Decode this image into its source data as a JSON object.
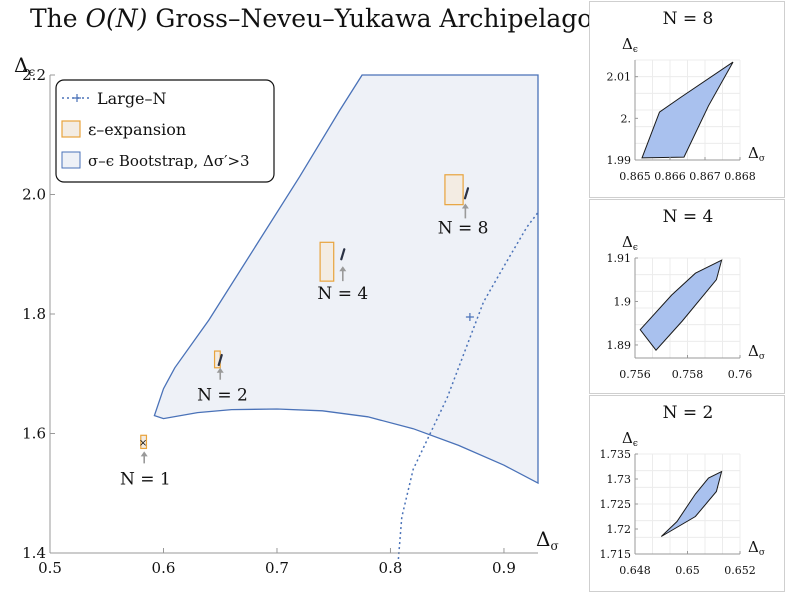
{
  "title": {
    "prefix": "The ",
    "italic": "O(N)",
    "suffix": " Gross–Neveu–Yukawa  Archipelago"
  },
  "chart_data": [
    {
      "type": "scatter",
      "xlabel": "Δσ",
      "ylabel": "Δϵ",
      "xlim": [
        0.5,
        0.93
      ],
      "ylim": [
        1.4,
        2.2
      ],
      "xticks": [
        0.5,
        0.6,
        0.7,
        0.8,
        0.9
      ],
      "xtick_labels": [
        "0.5",
        "0.6",
        "0.7",
        "0.8",
        "0.9"
      ],
      "yticks": [
        1.4,
        1.6,
        1.8,
        2.0,
        2.2
      ],
      "ytick_labels": [
        "1.4",
        "1.6",
        "1.8",
        "2.0",
        "2.2"
      ],
      "legend": {
        "placement": "top-left",
        "entries": [
          {
            "label": "Large–N",
            "style": "dotted-line",
            "color": "#4a72b8"
          },
          {
            "label": "ε–expansion",
            "style": "box",
            "color": "#e8a33c"
          },
          {
            "label": "σ–ϵ Bootstrap, Δσ′>3",
            "style": "region",
            "color": "#4a72b8"
          }
        ]
      },
      "bootstrap_region_boundary": [
        [
          0.775,
          2.2
        ],
        [
          0.755,
          2.14
        ],
        [
          0.72,
          2.03
        ],
        [
          0.68,
          1.91
        ],
        [
          0.64,
          1.79
        ],
        [
          0.61,
          1.71
        ],
        [
          0.6,
          1.675
        ],
        [
          0.592,
          1.63
        ],
        [
          0.6,
          1.625
        ],
        [
          0.63,
          1.635
        ],
        [
          0.66,
          1.64
        ],
        [
          0.7,
          1.641
        ],
        [
          0.74,
          1.638
        ],
        [
          0.78,
          1.628
        ],
        [
          0.82,
          1.608
        ],
        [
          0.86,
          1.58
        ],
        [
          0.9,
          1.547
        ],
        [
          0.93,
          1.517
        ]
      ],
      "large_n_curve": [
        [
          0.807,
          1.39
        ],
        [
          0.81,
          1.46
        ],
        [
          0.82,
          1.54
        ],
        [
          0.835,
          1.6
        ],
        [
          0.85,
          1.66
        ],
        [
          0.868,
          1.75
        ],
        [
          0.882,
          1.82
        ],
        [
          0.9,
          1.88
        ],
        [
          0.92,
          1.945
        ],
        [
          0.93,
          1.97
        ]
      ],
      "large_n_marker": [
        0.87,
        1.795
      ],
      "eps_boxes": [
        {
          "N": "1",
          "x": [
            0.58,
            0.585
          ],
          "y": [
            1.575,
            1.597
          ]
        },
        {
          "N": "2",
          "x": [
            0.645,
            0.65
          ],
          "y": [
            1.71,
            1.738
          ]
        },
        {
          "N": "4",
          "x": [
            0.738,
            0.75
          ],
          "y": [
            1.855,
            1.92
          ]
        },
        {
          "N": "8",
          "x": [
            0.848,
            0.864
          ],
          "y": [
            1.983,
            2.033
          ]
        }
      ],
      "bootstrap_islands": [
        {
          "N": "1",
          "x": 0.582,
          "y": 1.586,
          "marker": "×"
        },
        {
          "N": "2",
          "x": 0.65,
          "y": 1.723
        },
        {
          "N": "4",
          "x": 0.758,
          "y": 1.9
        },
        {
          "N": "8",
          "x": 0.867,
          "y": 2.002
        }
      ],
      "arrows": [
        {
          "x": 0.583,
          "y_from": 1.55,
          "y_to": 1.57
        },
        {
          "x": 0.65,
          "y_from": 1.69,
          "y_to": 1.71
        },
        {
          "x": 0.758,
          "y_from": 1.855,
          "y_to": 1.88
        },
        {
          "x": 0.866,
          "y_from": 1.96,
          "y_to": 1.985
        }
      ],
      "point_labels": [
        {
          "text": "N = 1",
          "x": 0.584,
          "y": 1.515
        },
        {
          "text": "N = 2",
          "x": 0.652,
          "y": 1.655
        },
        {
          "text": "N = 4",
          "x": 0.758,
          "y": 1.825
        },
        {
          "text": "N = 8",
          "x": 0.864,
          "y": 1.935
        }
      ]
    },
    {
      "type": "area",
      "title": "N = 8",
      "xlabel": "Δσ",
      "ylabel": "Δϵ",
      "xlim": [
        0.865,
        0.868
      ],
      "ylim": [
        1.99,
        2.014
      ],
      "xticks": [
        0.865,
        0.866,
        0.867,
        0.868
      ],
      "xtick_labels": [
        "0.865",
        "0.866",
        "0.867",
        "0.868"
      ],
      "yticks": [
        1.99,
        2.0,
        2.01
      ],
      "ytick_labels": [
        "1.99",
        "2.",
        "2.01"
      ],
      "polygon": [
        [
          0.8652,
          1.9905
        ],
        [
          0.8657,
          2.0015
        ],
        [
          0.8663,
          2.005
        ],
        [
          0.8678,
          2.0135
        ],
        [
          0.8671,
          2.003
        ],
        [
          0.8664,
          1.9907
        ]
      ]
    },
    {
      "type": "area",
      "title": "N = 4",
      "xlabel": "Δσ",
      "ylabel": "Δϵ",
      "xlim": [
        0.756,
        0.76
      ],
      "ylim": [
        1.887,
        1.91
      ],
      "xticks": [
        0.756,
        0.758,
        0.76
      ],
      "xtick_labels": [
        "0.756",
        "0.758",
        "0.76"
      ],
      "yticks": [
        1.89,
        1.9,
        1.91
      ],
      "ytick_labels": [
        "1.89",
        "1.9",
        "1.91"
      ],
      "polygon": [
        [
          0.7562,
          1.8935
        ],
        [
          0.7574,
          1.9015
        ],
        [
          0.7583,
          1.9065
        ],
        [
          0.7593,
          1.9095
        ],
        [
          0.7591,
          1.905
        ],
        [
          0.7578,
          1.8955
        ],
        [
          0.7568,
          1.8888
        ]
      ]
    },
    {
      "type": "area",
      "title": "N = 2",
      "xlabel": "Δσ",
      "ylabel": "Δϵ",
      "xlim": [
        0.648,
        0.652
      ],
      "ylim": [
        1.715,
        1.735
      ],
      "xticks": [
        0.648,
        0.65,
        0.652
      ],
      "xtick_labels": [
        "0.648",
        "0.65",
        "0.652"
      ],
      "yticks": [
        1.715,
        1.72,
        1.725,
        1.73,
        1.735
      ],
      "ytick_labels": [
        "1.715",
        "1.72",
        "1.725",
        "1.73",
        "1.735"
      ],
      "polygon": [
        [
          0.649,
          1.7185
        ],
        [
          0.6496,
          1.7215
        ],
        [
          0.6503,
          1.727
        ],
        [
          0.6508,
          1.7302
        ],
        [
          0.6513,
          1.7315
        ],
        [
          0.6511,
          1.7275
        ],
        [
          0.6503,
          1.7225
        ]
      ]
    }
  ]
}
